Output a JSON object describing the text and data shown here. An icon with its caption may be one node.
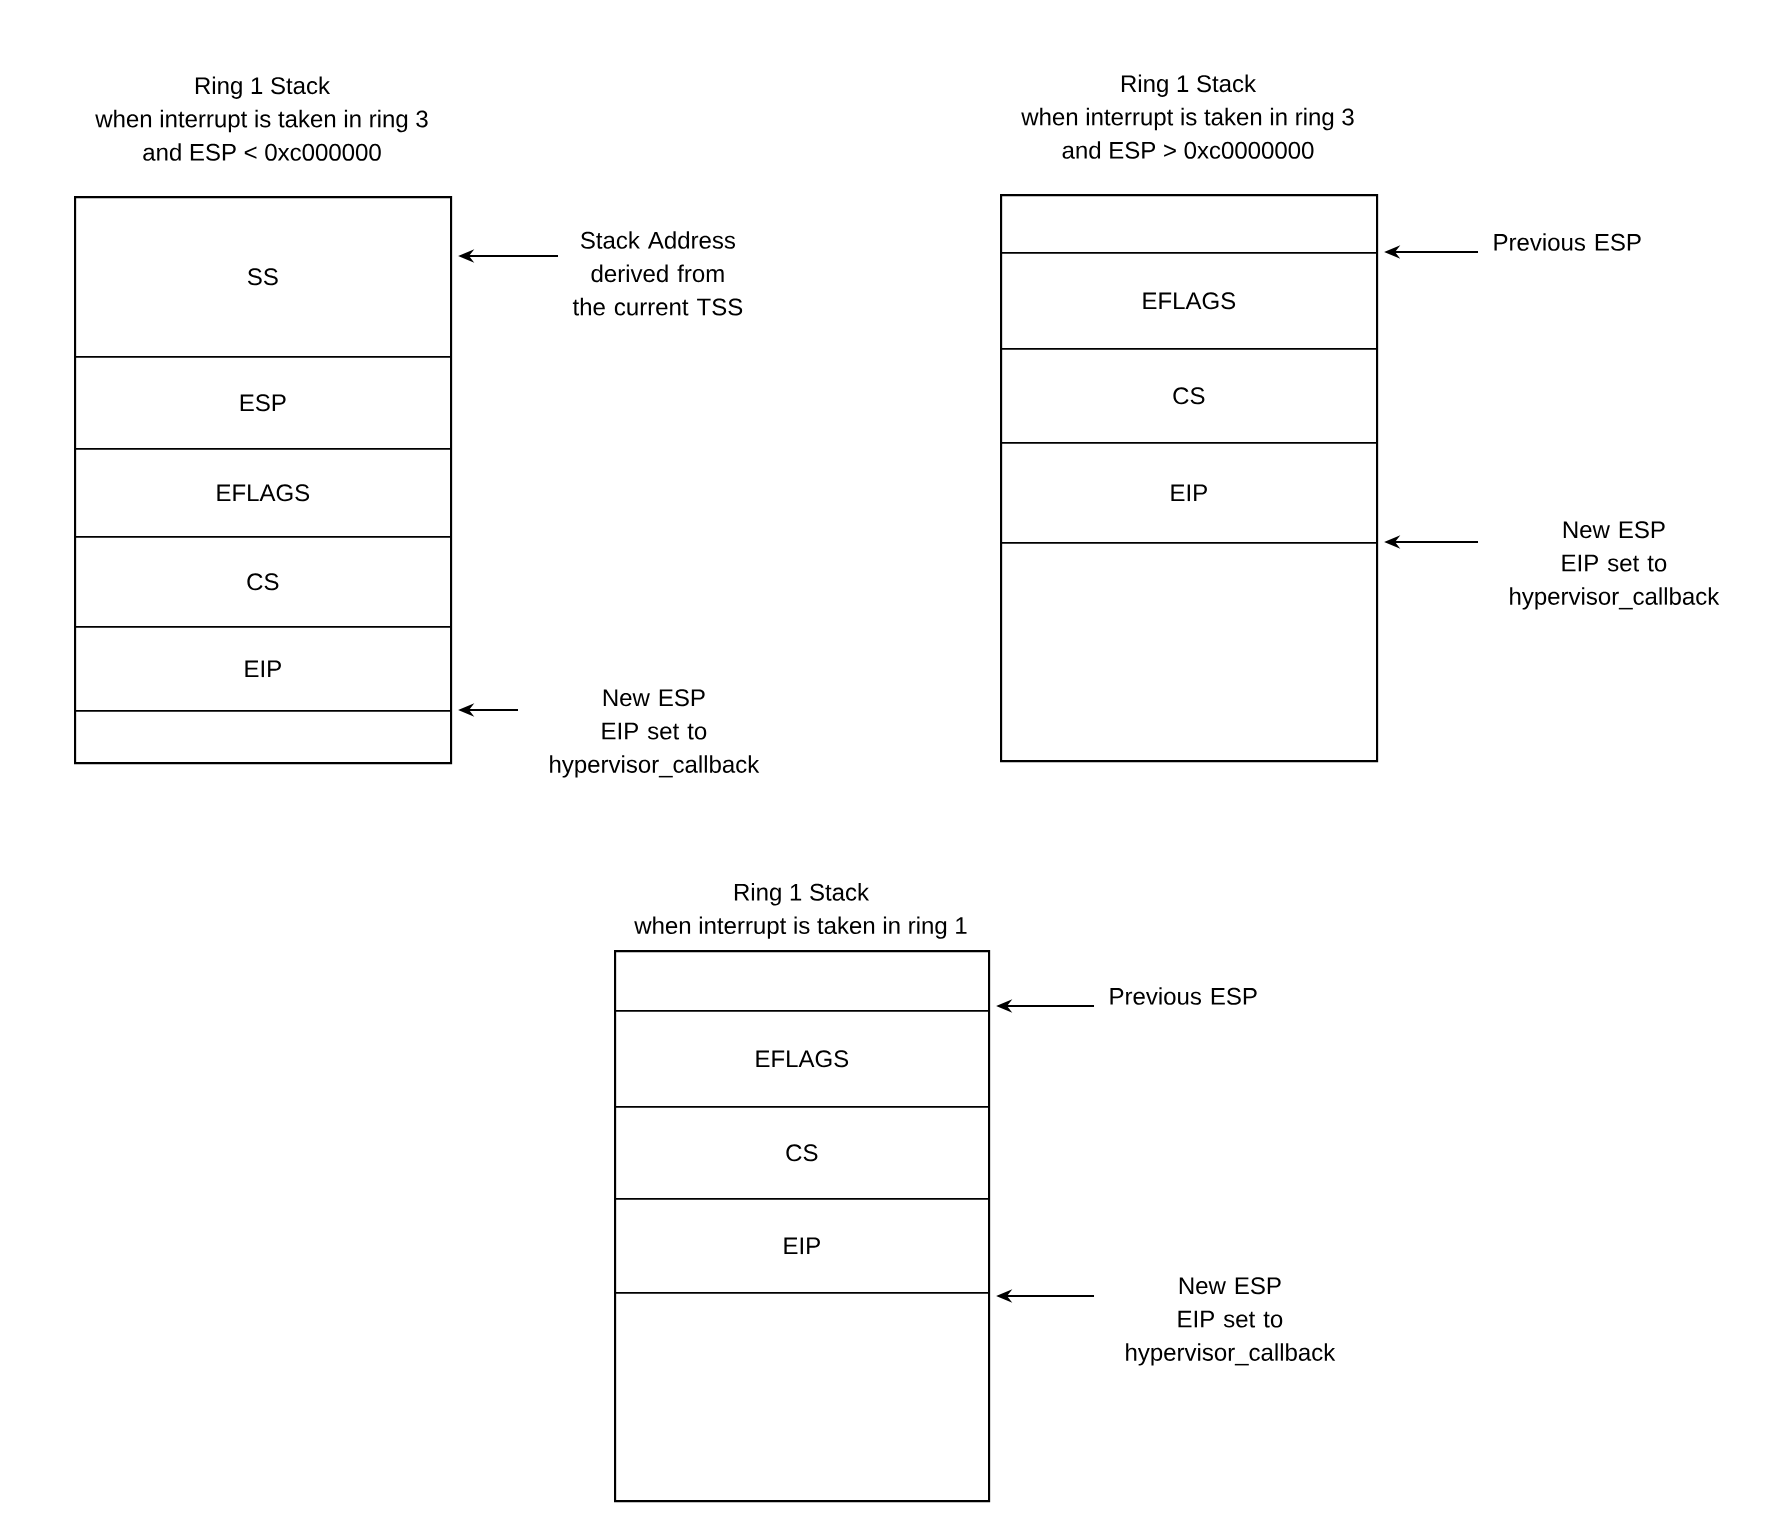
{
  "diagram": {
    "nodes": [
      {
        "text": [
          "Ring 1 Stack",
          "when interrupt is taken in ring 3",
          "and ESP < 0xc000000"
        ]
      },
      {
        "text": [
          "SS"
        ],
        "in": 0
      },
      {
        "text": [
          "ESP"
        ],
        "in": 0
      },
      {
        "text": [
          "EFLAGS"
        ],
        "in": 0
      },
      {
        "text": [
          "CS"
        ],
        "in": 0
      },
      {
        "text": [
          "EIP"
        ],
        "in": 0
      },
      {
        "text": [],
        "shape": "box",
        "in": 0
      },
      {
        "text": [
          "Stack Address derived from the current TSS"
        ]
      },
      {
        "text": [
          "New ESP",
          "EIP set to hypervisor_callback"
        ]
      },
      {
        "text": [
          "Ring 1 Stack",
          "when interrupt is taken in ring 3",
          "and ESP > 0xc0000000"
        ]
      },
      {
        "text": [],
        "shape": "box",
        "in": 9
      },
      {
        "text": [
          "EFLAGS"
        ],
        "in": 9
      },
      {
        "text": [
          "CS"
        ],
        "in": 9
      },
      {
        "text": [
          "EIP"
        ],
        "in": 9
      },
      {
        "text": [],
        "shape": "box",
        "in": 9
      },
      {
        "text": [
          "Previous ESP"
        ]
      },
      {
        "text": [
          "New ESP",
          "EIP set to hypervisor_callback"
        ]
      },
      {
        "text": [
          "Ring 1 Stack",
          "when interrupt is taken in ring 1"
        ]
      },
      {
        "text": [],
        "shape": "box",
        "in": 17
      },
      {
        "text": [
          "EFLAGS"
        ],
        "in": 17
      },
      {
        "text": [
          "CS"
        ],
        "in": 17
      },
      {
        "text": [
          "EIP"
        ],
        "in": 17
      },
      {
        "text": [],
        "shape": "box",
        "in": 17
      },
      {
        "text": [
          "Previous ESP"
        ]
      },
      {
        "text": [
          "New ESP",
          "EIP set to hypervisor_callback"
        ]
      }
    ],
    "edges": [
      {
        "from": 7,
        "to": 0,
        "arrow": "to"
      },
      {
        "from": 8,
        "to": 0,
        "arrow": "to"
      },
      {
        "from": 15,
        "to": 9,
        "arrow": "to"
      },
      {
        "from": 16,
        "to": 9,
        "arrow": "to"
      },
      {
        "from": 23,
        "to": 17,
        "arrow": "to"
      },
      {
        "from": 24,
        "to": 17,
        "arrow": "to"
      }
    ]
  }
}
